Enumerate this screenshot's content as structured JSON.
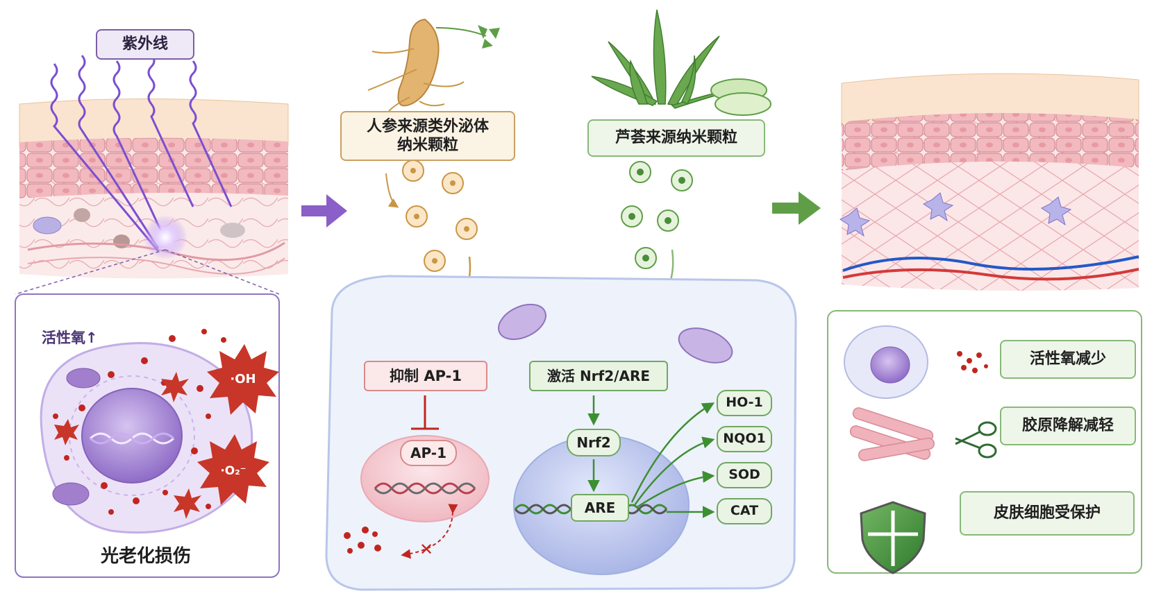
{
  "labels": {
    "uv": "紫外线",
    "ginseng_line1": "人参来源类外泌体",
    "ginseng_line2": "纳米颗粒",
    "aloe": "芦荟来源纳米颗粒",
    "ros_up": "活性氧↑",
    "oh": "·OH",
    "o2": "·O₂⁻",
    "photoaging": "光老化损伤",
    "inhibit_ap1": "抑制 AP-1",
    "ap1": "AP-1",
    "activate_nrf2": "激活 Nrf2/ARE",
    "nrf2": "Nrf2",
    "are": "ARE",
    "genes": [
      "HO-1",
      "NQO1",
      "SOD",
      "CAT"
    ],
    "results": [
      "活性氧减少",
      "胶原降解减轻",
      "皮肤细胞受保护"
    ]
  },
  "colors": {
    "uv_purple": "#7b4fd0",
    "ginseng_gold": "#c99645",
    "aloe_green": "#5f9e47",
    "ros_red": "#c0261f",
    "cell_blue": "#b9c6ea",
    "skin_pink": "#efb8bd"
  },
  "icons": [
    "ginseng-root-illustration",
    "aloe-plant-illustration",
    "shield-icon",
    "scissors-icon",
    "dna-helix-icon",
    "mitochondria-icon"
  ]
}
